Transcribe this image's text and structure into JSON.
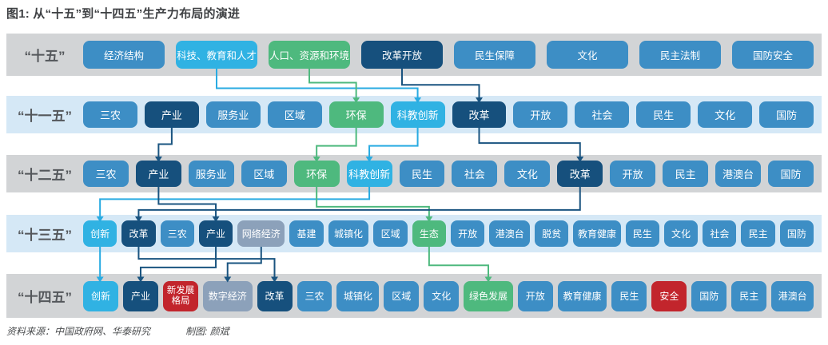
{
  "title": "图1: 从“十五”到“十四五”生产力布局的演进",
  "footer": {
    "source": "资料来源：中国政府网、华泰研究",
    "credit": "制图: 颜斌"
  },
  "palette": {
    "blue": "#3d8ec5",
    "dark": "#16507d",
    "cyan": "#30b2e3",
    "green": "#4eb97e",
    "slate": "#8ca1ba",
    "red": "#c2252c",
    "band_gray": "#d2d4d6",
    "band_blue": "#d5e8f6",
    "arrow_cyan": "#29abe2",
    "arrow_green": "#4eb97e",
    "arrow_dark": "#1a5480"
  },
  "rows": [
    {
      "label": "“十五”",
      "items": [
        {
          "text": "经济结构",
          "color": "blue"
        },
        {
          "text": "科技、教育和人才",
          "color": "cyan"
        },
        {
          "text": "人口、资源和环境",
          "color": "green"
        },
        {
          "text": "改革开放",
          "color": "dark"
        },
        {
          "text": "民生保障",
          "color": "blue"
        },
        {
          "text": "文化",
          "color": "blue"
        },
        {
          "text": "民主法制",
          "color": "blue"
        },
        {
          "text": "国防安全",
          "color": "blue"
        }
      ]
    },
    {
      "label": "“十一五”",
      "items": [
        {
          "text": "三农",
          "color": "blue"
        },
        {
          "text": "产业",
          "color": "dark"
        },
        {
          "text": "服务业",
          "color": "blue"
        },
        {
          "text": "区域",
          "color": "blue"
        },
        {
          "text": "环保",
          "color": "green"
        },
        {
          "text": "科教创新",
          "color": "cyan"
        },
        {
          "text": "改革",
          "color": "dark"
        },
        {
          "text": "开放",
          "color": "blue"
        },
        {
          "text": "社会",
          "color": "blue"
        },
        {
          "text": "民生",
          "color": "blue"
        },
        {
          "text": "文化",
          "color": "blue"
        },
        {
          "text": "国防",
          "color": "blue"
        }
      ]
    },
    {
      "label": "“十二五”",
      "items": [
        {
          "text": "三农",
          "color": "blue"
        },
        {
          "text": "产业",
          "color": "dark"
        },
        {
          "text": "服务业",
          "color": "blue"
        },
        {
          "text": "区域",
          "color": "blue"
        },
        {
          "text": "环保",
          "color": "green"
        },
        {
          "text": "科教创新",
          "color": "cyan"
        },
        {
          "text": "民生",
          "color": "blue"
        },
        {
          "text": "社会",
          "color": "blue"
        },
        {
          "text": "文化",
          "color": "blue"
        },
        {
          "text": "改革",
          "color": "dark"
        },
        {
          "text": "开放",
          "color": "blue"
        },
        {
          "text": "民主",
          "color": "blue"
        },
        {
          "text": "港澳台",
          "color": "blue"
        },
        {
          "text": "国防",
          "color": "blue"
        }
      ]
    },
    {
      "label": "“十三五”",
      "items": [
        {
          "text": "创新",
          "color": "cyan"
        },
        {
          "text": "改革",
          "color": "dark"
        },
        {
          "text": "三农",
          "color": "blue"
        },
        {
          "text": "产业",
          "color": "dark"
        },
        {
          "text": "网络经济",
          "color": "slate"
        },
        {
          "text": "基建",
          "color": "blue"
        },
        {
          "text": "城镇化",
          "color": "blue"
        },
        {
          "text": "区域",
          "color": "blue"
        },
        {
          "text": "生态",
          "color": "green"
        },
        {
          "text": "开放",
          "color": "blue"
        },
        {
          "text": "港澳台",
          "color": "blue"
        },
        {
          "text": "脱贫",
          "color": "blue"
        },
        {
          "text": "教育健康",
          "color": "blue"
        },
        {
          "text": "民生",
          "color": "blue"
        },
        {
          "text": "文化",
          "color": "blue"
        },
        {
          "text": "社会",
          "color": "blue"
        },
        {
          "text": "民主",
          "color": "blue"
        },
        {
          "text": "国防",
          "color": "blue"
        }
      ]
    },
    {
      "label": "“十四五”",
      "items": [
        {
          "text": "创新",
          "color": "cyan"
        },
        {
          "text": "产业",
          "color": "dark"
        },
        {
          "text": "新发展格局",
          "color": "red",
          "wrap": true
        },
        {
          "text": "数字经济",
          "color": "slate"
        },
        {
          "text": "改革",
          "color": "dark"
        },
        {
          "text": "三农",
          "color": "blue"
        },
        {
          "text": "城镇化",
          "color": "blue"
        },
        {
          "text": "区域",
          "color": "blue"
        },
        {
          "text": "文化",
          "color": "blue"
        },
        {
          "text": "绿色发展",
          "color": "green"
        },
        {
          "text": "开放",
          "color": "blue"
        },
        {
          "text": "教育健康",
          "color": "blue"
        },
        {
          "text": "民生",
          "color": "blue"
        },
        {
          "text": "安全",
          "color": "red"
        },
        {
          "text": "国防",
          "color": "blue"
        },
        {
          "text": "民主",
          "color": "blue"
        },
        {
          "text": "港澳台",
          "color": "blue"
        }
      ]
    }
  ],
  "links": [
    {
      "from": [
        0,
        1
      ],
      "to": [
        1,
        5
      ],
      "color": "cyan",
      "off": 0.62
    },
    {
      "from": [
        0,
        2
      ],
      "to": [
        1,
        4
      ],
      "color": "green",
      "off": 0.34
    },
    {
      "from": [
        0,
        3
      ],
      "to": [
        1,
        6
      ],
      "color": "dark",
      "off": 0.45
    },
    {
      "from": [
        1,
        1
      ],
      "to": [
        2,
        1
      ],
      "color": "dark",
      "off": 0.5
    },
    {
      "from": [
        1,
        4
      ],
      "to": [
        2,
        4
      ],
      "color": "green",
      "off": 0.58
    },
    {
      "from": [
        1,
        5
      ],
      "to": [
        2,
        5
      ],
      "color": "cyan",
      "off": 0.58
    },
    {
      "from": [
        1,
        6
      ],
      "to": [
        2,
        9
      ],
      "color": "dark",
      "off": 0.45
    },
    {
      "from": [
        2,
        5
      ],
      "to": [
        3,
        0
      ],
      "color": "cyan",
      "off": 0.3
    },
    {
      "from": [
        2,
        1
      ],
      "to": [
        3,
        3
      ],
      "color": "dark",
      "off": 0.52
    },
    {
      "from": [
        2,
        4
      ],
      "to": [
        3,
        8
      ],
      "color": "green",
      "off": 0.64
    },
    {
      "from": [
        2,
        9
      ],
      "to": [
        3,
        1
      ],
      "color": "dark",
      "off": 0.78
    },
    {
      "from": [
        3,
        0
      ],
      "to": [
        4,
        0
      ],
      "color": "cyan",
      "off": 0.5
    },
    {
      "from": [
        3,
        1
      ],
      "to": [
        4,
        4
      ],
      "color": "dark",
      "off": 0.3
    },
    {
      "from": [
        3,
        4
      ],
      "to": [
        4,
        3
      ],
      "color": "dark",
      "off": 0.5
    },
    {
      "from": [
        3,
        3
      ],
      "to": [
        4,
        1
      ],
      "color": "dark",
      "off": 0.7
    },
    {
      "from": [
        3,
        8
      ],
      "to": [
        4,
        9
      ],
      "color": "green",
      "off": 0.6
    }
  ]
}
